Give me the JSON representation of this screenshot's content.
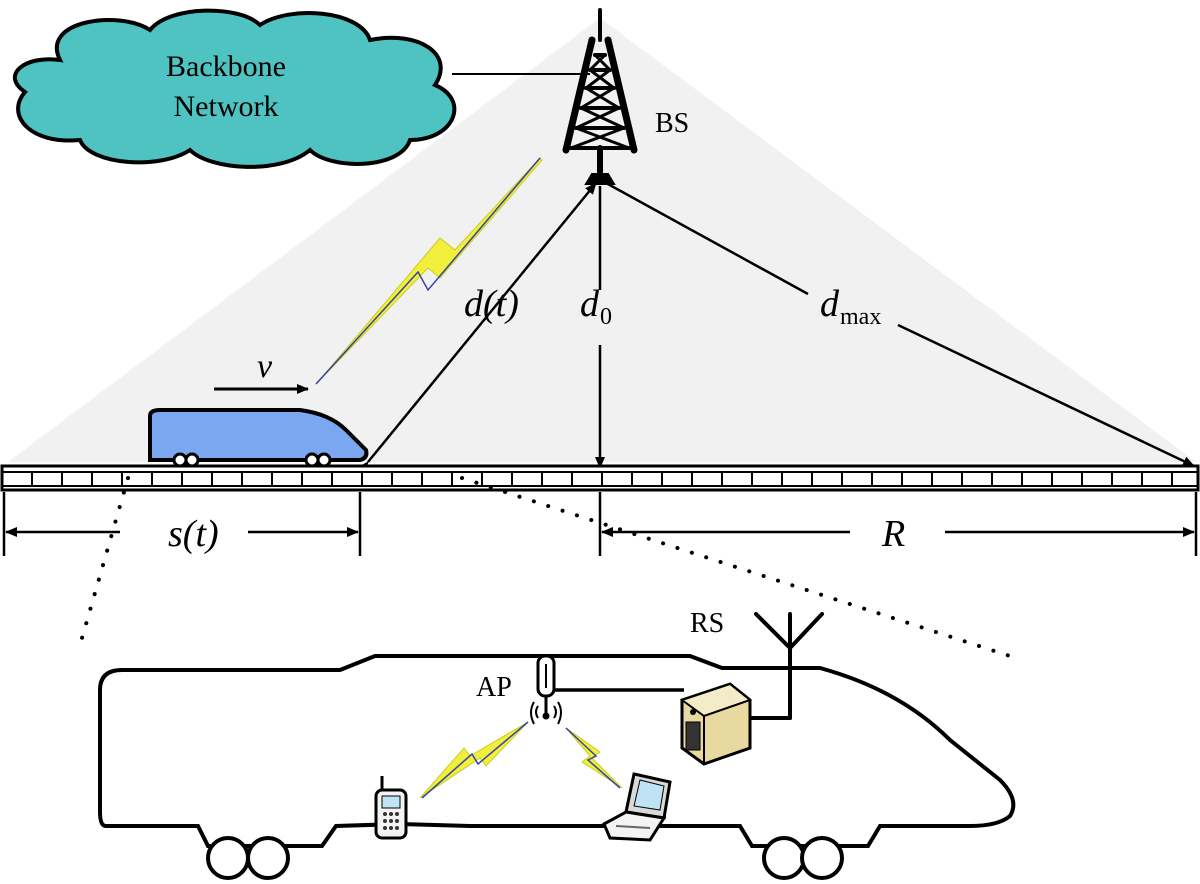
{
  "cloud": {
    "line1": "Backbone",
    "line2": "Network"
  },
  "labels": {
    "bs": "BS",
    "velocity": "v",
    "distance": "d(t)",
    "d0_base": "d",
    "d0_sub": "0",
    "dmax_base": "d",
    "dmax_sub": "max",
    "position": "s(t)",
    "radius": "R",
    "rs": "RS",
    "ap": "AP"
  },
  "colors": {
    "cloud_fill": "#4fc3c1",
    "train_fill": "#7aa7ef",
    "coverage_fill": "#ececec",
    "lightning_yellow": "#f2ef3c",
    "lightning_blue": "#3344aa"
  }
}
